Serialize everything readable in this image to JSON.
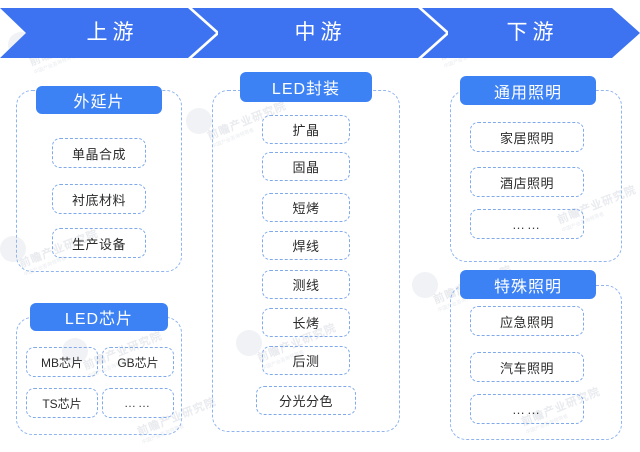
{
  "banner": {
    "stages": [
      {
        "label": "上游"
      },
      {
        "label": "中游"
      },
      {
        "label": "下游"
      }
    ],
    "color": "#3d72f0"
  },
  "theme": {
    "banner_blue": "#3d72f0",
    "pill_blue": "#3d82f5",
    "dashed_border": "#8fb4ef",
    "item_border": "#7fa9ea",
    "background": "#ffffff",
    "text_dark": "#2b2b2b"
  },
  "watermark": {
    "text": "前瞻产业研究院",
    "subtext": "中国产业咨询领导者"
  },
  "columns": [
    {
      "stage": "上游",
      "groups": [
        {
          "title": "外延片",
          "layout": "single",
          "items": [
            "单晶合成",
            "衬底材料",
            "生产设备"
          ]
        },
        {
          "title": "LED芯片",
          "layout": "grid2",
          "items": [
            "MB芯片",
            "GB芯片",
            "TS芯片",
            "……"
          ]
        }
      ]
    },
    {
      "stage": "中游",
      "groups": [
        {
          "title": "LED封装",
          "layout": "single",
          "items": [
            "扩晶",
            "固晶",
            "短烤",
            "焊线",
            "测线",
            "长烤",
            "后测",
            "分光分色"
          ]
        }
      ]
    },
    {
      "stage": "下游",
      "groups": [
        {
          "title": "通用照明",
          "layout": "single",
          "items": [
            "家居照明",
            "酒店照明",
            "……"
          ]
        },
        {
          "title": "特殊照明",
          "layout": "single",
          "items": [
            "应急照明",
            "汽车照明",
            "……"
          ]
        }
      ]
    }
  ]
}
